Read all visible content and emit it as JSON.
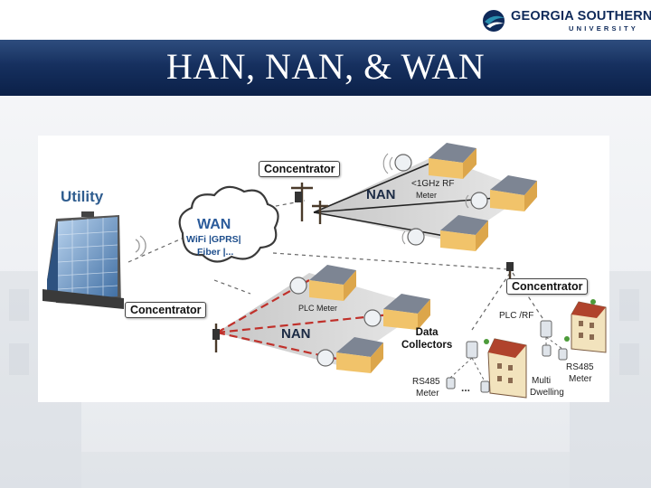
{
  "header": {
    "logo_line1": "GEORGIA SOUTHERN",
    "logo_line2": "UNIVERSITY",
    "slide_title": "HAN, NAN, & WAN"
  },
  "diagram": {
    "utility_label": "Utility",
    "wan": {
      "title": "WAN",
      "line1": "WiFi |GPRS|",
      "line2": "Fiber |..."
    },
    "concentrator_top": "Concentrator",
    "concentrator_left": "Concentrator",
    "concentrator_right": "Concentrator",
    "nan_top": "NAN",
    "nan_bottom": "NAN",
    "rf_meter": {
      "line1": "<1GHz RF",
      "line2": "Meter"
    },
    "plc_meter": "PLC Meter",
    "plc_rf": "PLC /RF",
    "data_collectors": {
      "line1": "Data",
      "line2": "Collectors"
    },
    "rs485_left": {
      "line1": "RS485",
      "line2": "Meter"
    },
    "rs485_right": {
      "line1": "RS485",
      "line2": "Meter"
    },
    "multi_dwelling": {
      "line1": "Multi",
      "line2": "Dwelling"
    },
    "ellipsis": "..."
  },
  "colors": {
    "title_band": "#16305f",
    "logo_navy": "#0f2a5a",
    "logo_teal": "#2a8fb0",
    "nan_fan": "#cfcfcf",
    "plc_red": "#c0302a",
    "utility_blue": "#2f5d8f"
  },
  "icons": [
    "logo-mark-icon",
    "office-building-icon",
    "cloud-icon",
    "utility-pole-icon",
    "house-icon",
    "smart-meter-icon",
    "wifi-signal-icon",
    "apartment-icon"
  ]
}
